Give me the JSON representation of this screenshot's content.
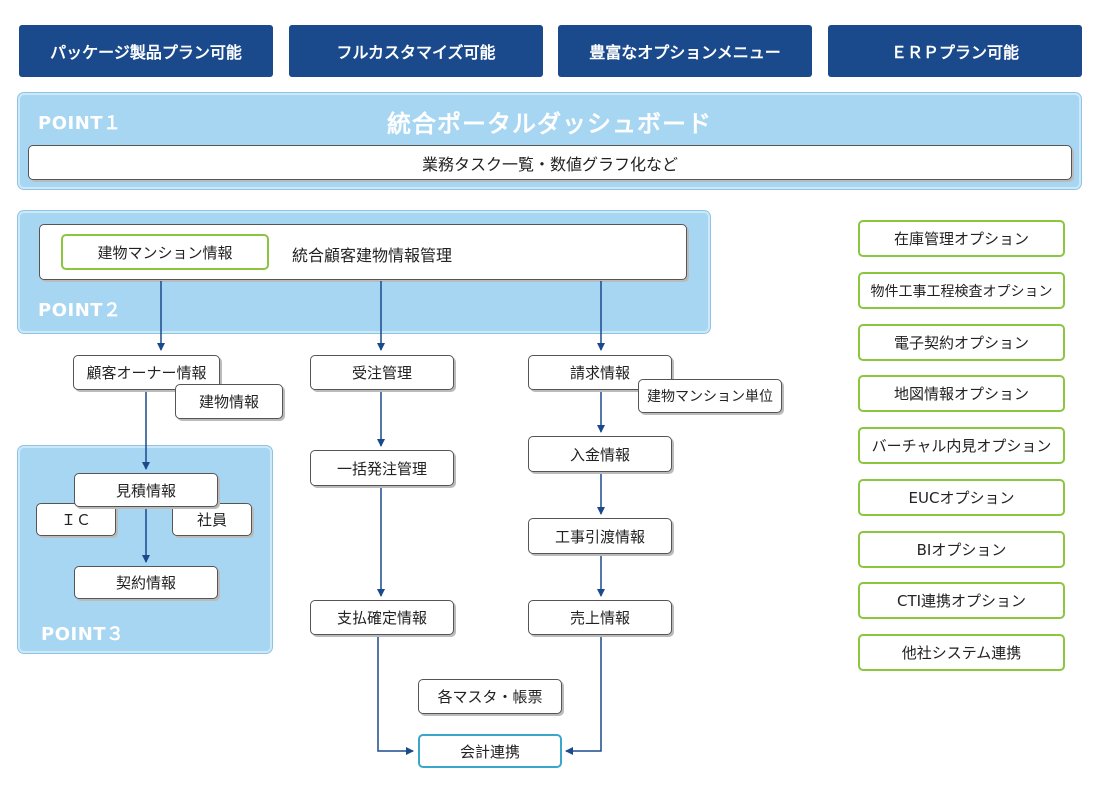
{
  "tabs": [
    "パッケージ製品プラン可能",
    "フルカスタマイズ可能",
    "豊富なオプションメニュー",
    "ＥＲＰプラン可能"
  ],
  "point1": {
    "label": "POINT１",
    "title": "統合ポータルダッシュボード",
    "subtitle": "業務タスク一覧・数値グラフ化など"
  },
  "point2": {
    "label": "POINT２",
    "building_box": "建物マンション情報",
    "title": "統合顧客建物情報管理"
  },
  "point3": {
    "label": "POINT３"
  },
  "flow": {
    "customer_owner": "顧客オーナー情報",
    "building": "建物情報",
    "estimate": "見積情報",
    "ic": "ＩＣ",
    "employee": "社員",
    "contract": "契約情報",
    "order_mgmt": "受注管理",
    "bulk_order": "一括発注管理",
    "payment_confirm": "支払確定情報",
    "billing": "請求情報",
    "building_unit": "建物マンション単位",
    "deposit": "入金情報",
    "handover": "工事引渡情報",
    "sales": "売上情報",
    "masters": "各マスタ・帳票",
    "accounting": "会計連携"
  },
  "options": [
    "在庫管理オプション",
    "物件工事工程検査オプション",
    "電子契約オプション",
    "地図情報オプション",
    "バーチャル内見オプション",
    "EUCオプション",
    "BIオプション",
    "CTI連携オプション",
    "他社システム連携"
  ],
  "colors": {
    "tab_bg": "#1a4a8c",
    "panel_bg": "#a7d6f2",
    "option_border": "#8cc63f",
    "accounting_border": "#3aa6c9",
    "arrow": "#1a4a8c"
  }
}
